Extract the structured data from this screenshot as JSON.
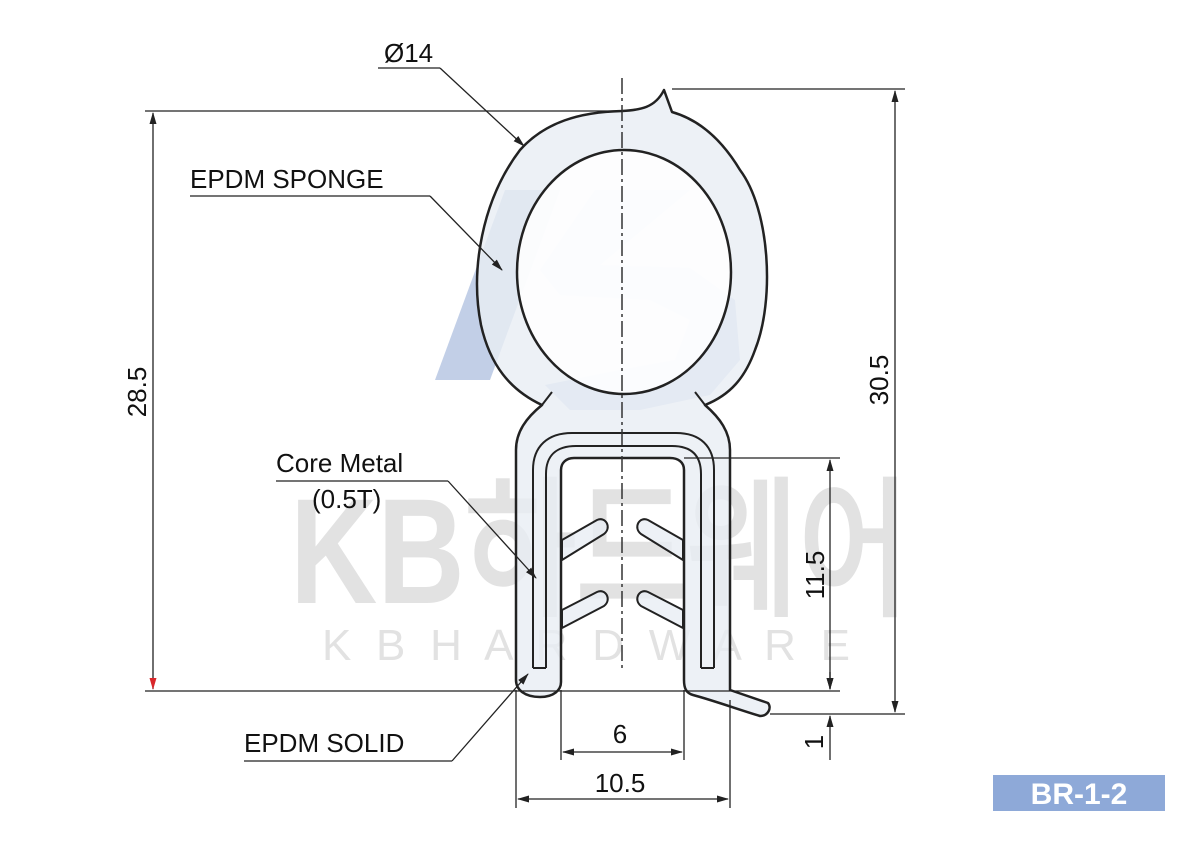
{
  "drawing": {
    "watermark_korean": "KB하드웨어",
    "watermark_english": "K B H A R D W A R E",
    "callouts": {
      "diameter": "Ø14",
      "sponge": "EPDM SPONGE",
      "core_metal": "Core Metal",
      "core_thickness": "(0.5T)",
      "solid": "EPDM SOLID"
    },
    "dimensions": {
      "overall_height_left": "28.5",
      "overall_height_right": "30.5",
      "clip_height": "11.5",
      "lip_offset": "1",
      "inner_width": "6",
      "outer_width": "10.5"
    },
    "badge": "BR-1-2"
  },
  "colors": {
    "profile_fill": "#e9eef4",
    "outline": "#222222",
    "logo_blue": "#8fa8d4",
    "badge_bg": "#8ea9d8",
    "dim_arrow_red": "#d9262a"
  }
}
